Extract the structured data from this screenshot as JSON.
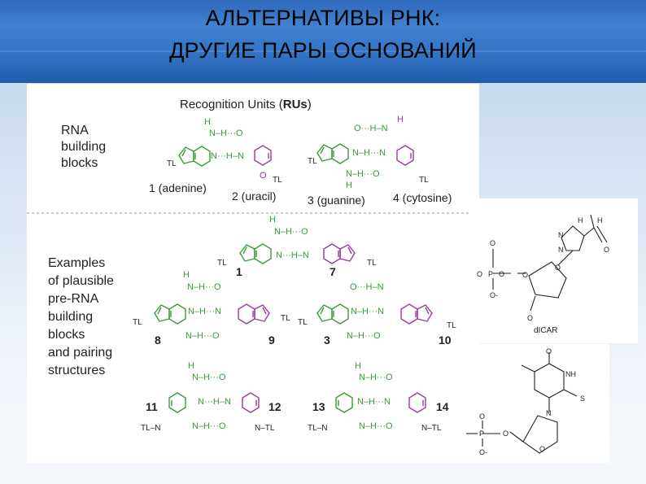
{
  "slide": {
    "title_line1": "АЛЬТЕРНАТИВЫ РНК:",
    "title_line2": "ДРУГИЕ ПАРЫ ОСНОВАНИЙ"
  },
  "figure": {
    "heading_plain": "Recognition Units (",
    "heading_bold": "RUs",
    "heading_close": ")",
    "rna_label": [
      "RNA",
      "building",
      "blocks"
    ],
    "pre_label": [
      "Examples",
      "of plausible",
      "pre-RNA",
      "building",
      "blocks",
      "and pairing",
      "structures"
    ],
    "captions": {
      "adenine": "1 (adenine)",
      "uracil": "2 (uracil)",
      "guanine": "3 (guanine)",
      "cytosine": "4 (cytosine)"
    },
    "numbers": [
      "1",
      "7",
      "8",
      "9",
      "3",
      "10",
      "11",
      "12",
      "13",
      "14"
    ],
    "atoms": {
      "N": "N",
      "H": "H",
      "O": "O",
      "TL": "TL",
      "S": "S",
      "P": "P",
      "NH": "NH",
      "O_minus": "O-"
    },
    "side_label": "dICAR"
  },
  "colors": {
    "green": "#3a9a3a",
    "purple": "#9a3aa0",
    "header_blue": "#3577c6"
  }
}
